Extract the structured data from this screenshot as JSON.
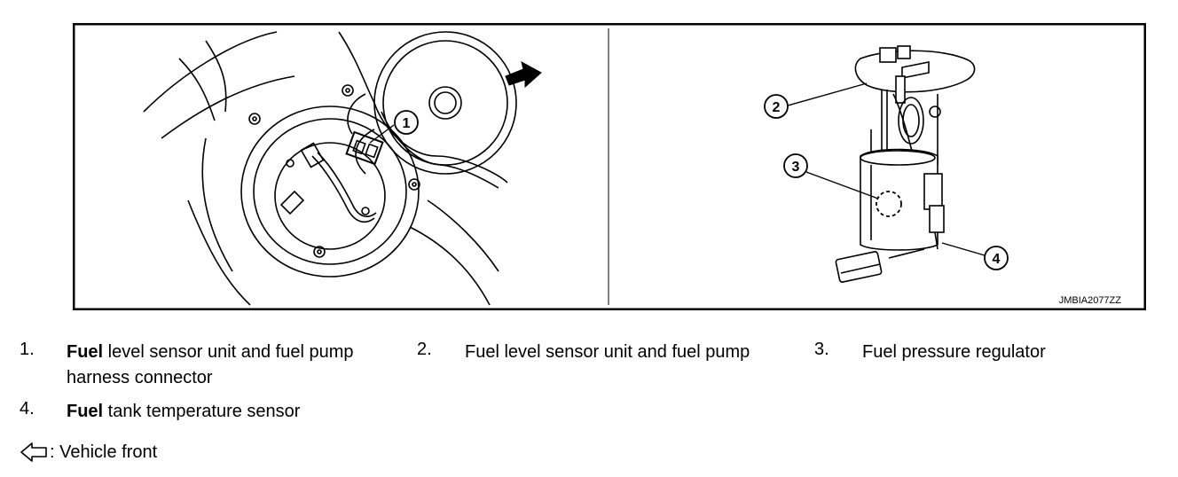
{
  "figure": {
    "image_code": "JMBIA2077ZZ",
    "callouts": [
      "1",
      "2",
      "3",
      "4"
    ]
  },
  "legend": {
    "items": [
      {
        "num": "1.",
        "bold": "Fuel",
        "text": " level sensor unit and fuel pump",
        "text2": "harness connector"
      },
      {
        "num": "2.",
        "bold": "",
        "text": "Fuel level sensor unit and fuel pump"
      },
      {
        "num": "3.",
        "bold": "",
        "text": "Fuel pressure regulator"
      },
      {
        "num": "4.",
        "bold": "Fuel",
        "text": " tank temperature sensor"
      }
    ],
    "front_note": ": Vehicle front",
    "front_icon": "arrow-left-icon"
  }
}
